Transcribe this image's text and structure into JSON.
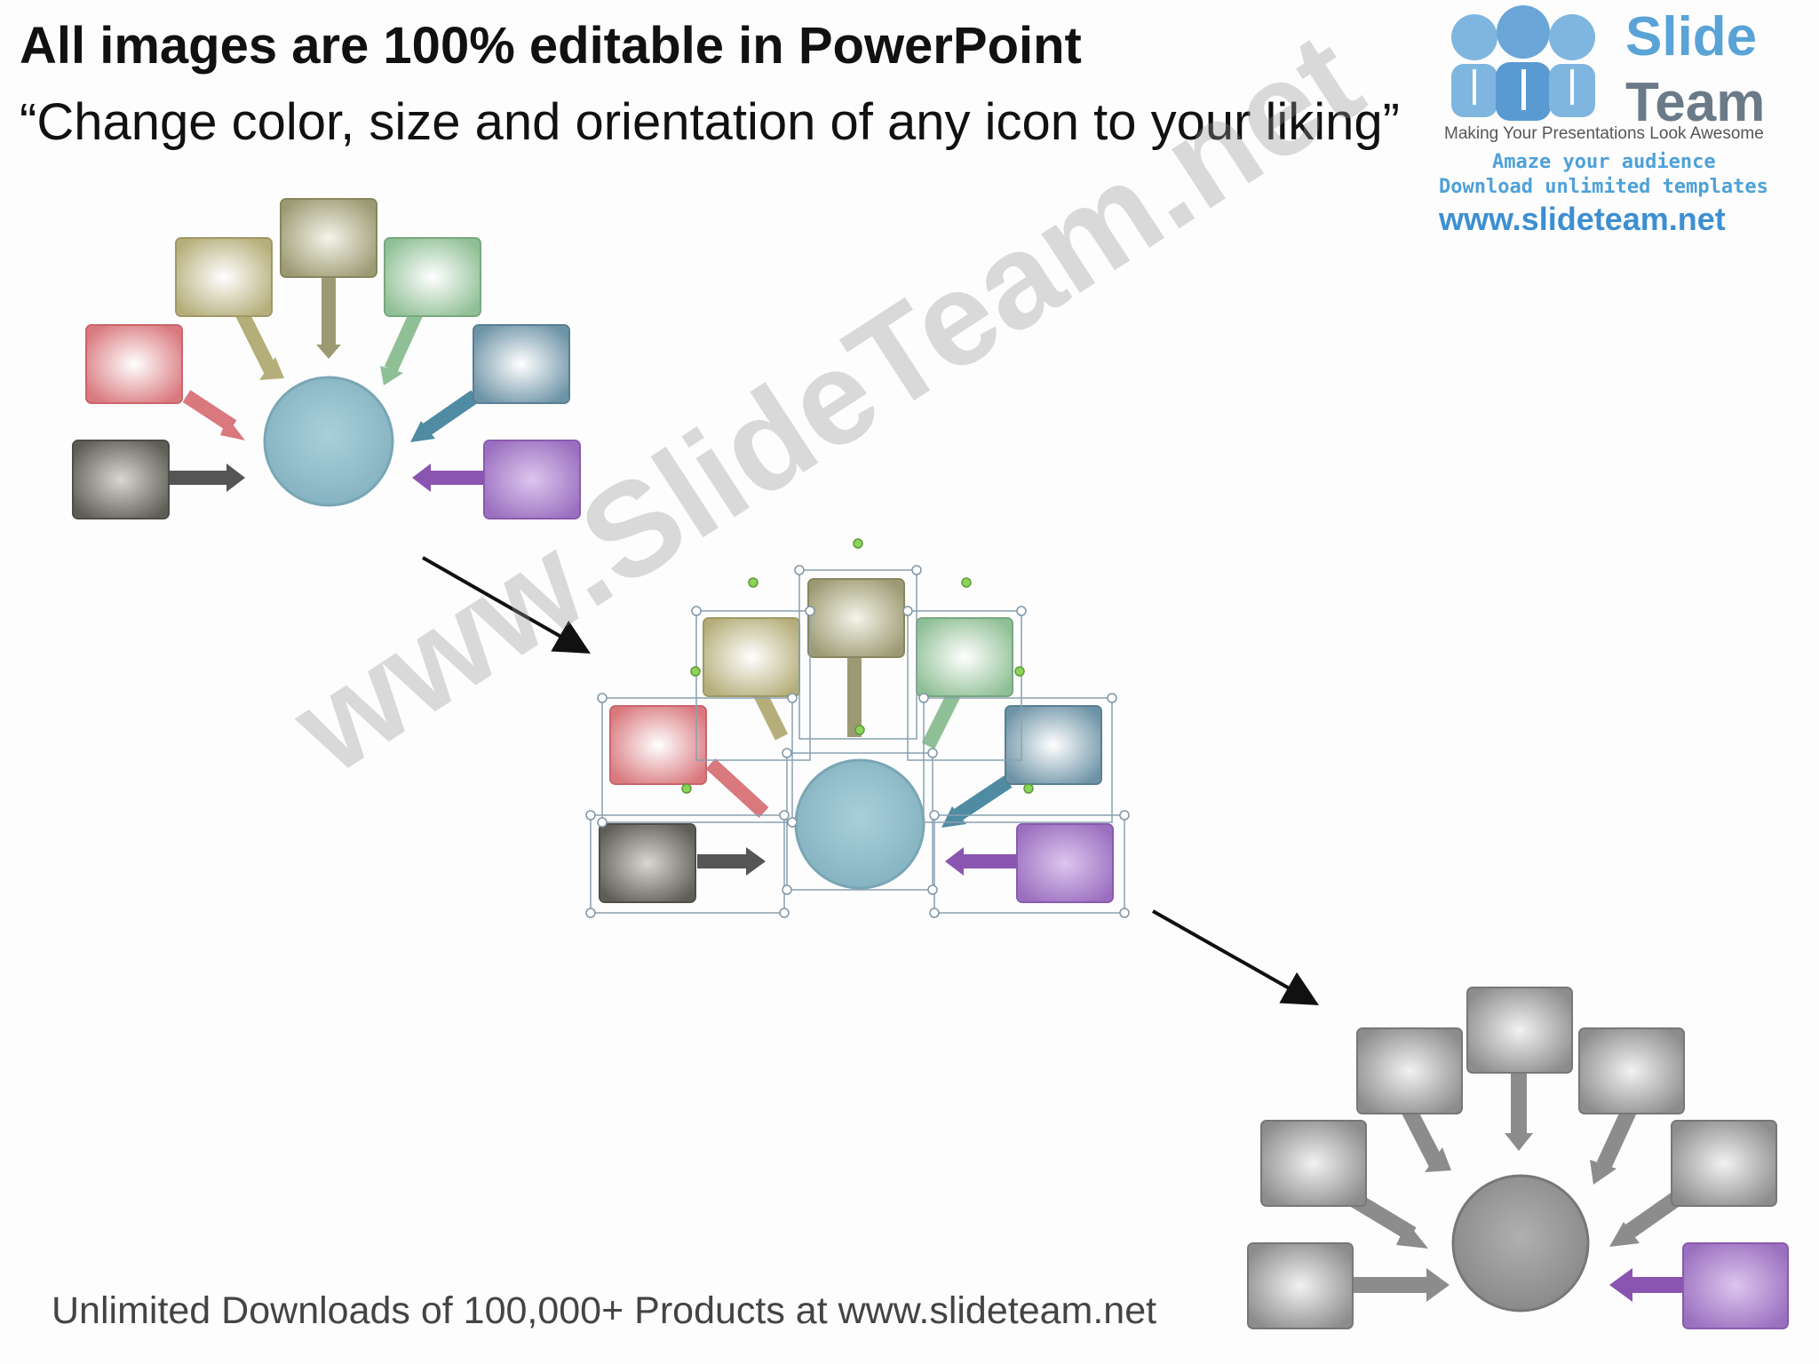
{
  "header": {
    "title": "All images are 100% editable in PowerPoint",
    "subtitle": "“Change color, size and orientation of any icon to your liking”"
  },
  "logo": {
    "word_slide": "Slide",
    "word_team": "Team",
    "tagline": "Making Your Presentations Look Awesome",
    "line1": "Amaze your audience",
    "line2": "Download unlimited templates",
    "url": "www.slideteam.net"
  },
  "watermark": "www.SlideTeam.net",
  "footer": "Unlimited Downloads of 100,000+ Products at www.slideteam.net",
  "colors": {
    "circle_blue": "#9cc6d2",
    "box_red": "#d9787d",
    "box_olive": "#b5ae7a",
    "box_khaki": "#9c9a72",
    "box_green": "#8fbf94",
    "box_steel": "#6d93a6",
    "box_dark": "#6e6e64",
    "box_purple": "#9b6fbf",
    "gray": "#8c8c8c"
  }
}
